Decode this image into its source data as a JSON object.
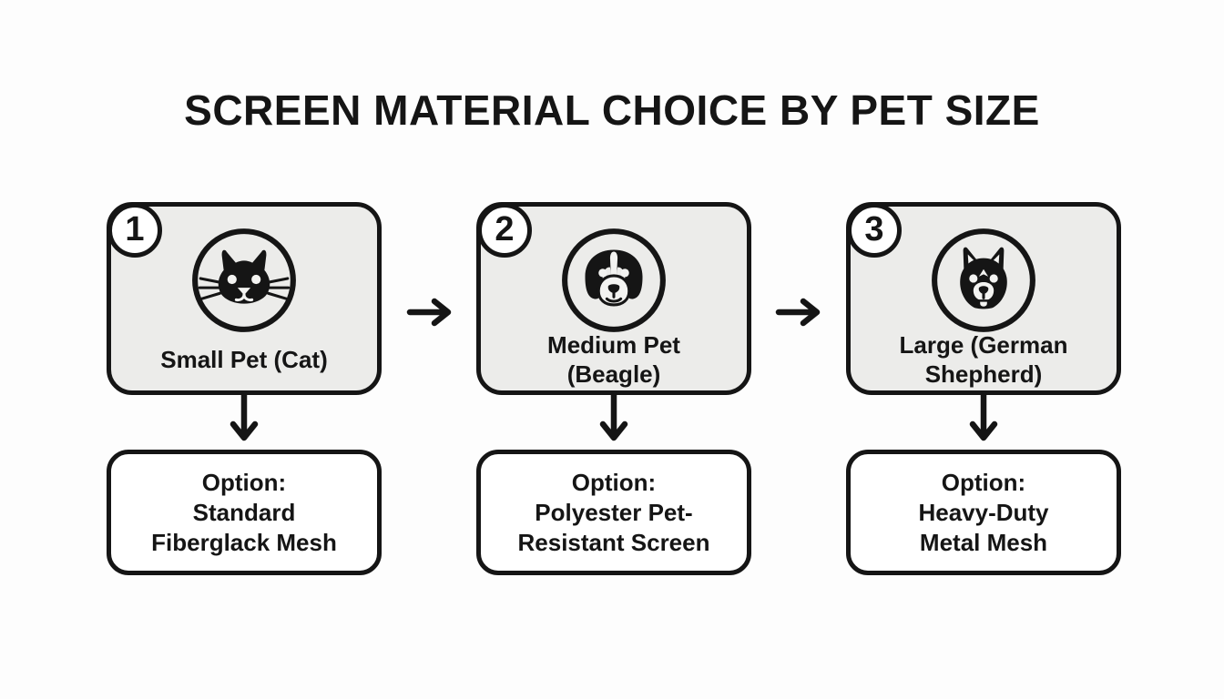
{
  "title": "SCREEN MATERIAL CHOICE BY PET SIZE",
  "colors": {
    "ink": "#151515",
    "pet_box_fill": "#ececea",
    "option_box_fill": "#ffffff",
    "canvas": "#fdfdfd"
  },
  "steps": [
    {
      "number": "1",
      "icon": "cat-icon",
      "label_lines": [
        "Small Pet (Cat)"
      ],
      "option_lines": [
        "Option:",
        "Standard",
        "Fiberglack Mesh"
      ]
    },
    {
      "number": "2",
      "icon": "beagle-icon",
      "label_lines": [
        "Medium Pet",
        "(Beagle)"
      ],
      "option_lines": [
        "Option:",
        "Polyester Pet-",
        "Resistant Screen"
      ]
    },
    {
      "number": "3",
      "icon": "german-shepherd-icon",
      "label_lines": [
        "Large (German",
        "Shepherd)"
      ],
      "option_lines": [
        "Option:",
        "Heavy-Duty",
        "Metal Mesh"
      ]
    }
  ]
}
